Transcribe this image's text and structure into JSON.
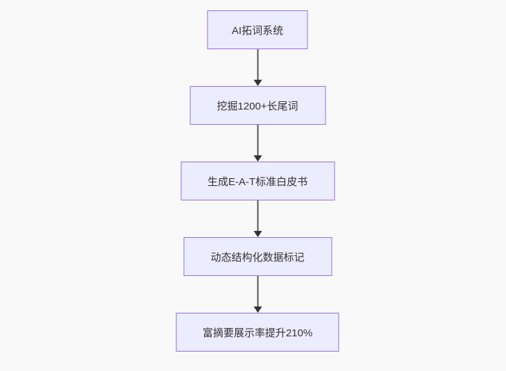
{
  "diagram": {
    "type": "flowchart",
    "direction": "top-down",
    "nodes": [
      {
        "id": "A",
        "label": "AI拓词系统"
      },
      {
        "id": "B",
        "label": "挖掘1200+长尾词"
      },
      {
        "id": "C",
        "label": "生成E-A-T标准白皮书"
      },
      {
        "id": "D",
        "label": "动态结构化数据标记"
      },
      {
        "id": "E",
        "label": "富摘要展示率提升210%"
      }
    ],
    "edges": [
      {
        "from": "AI拓词系统",
        "to": "挖掘1200+长尾词",
        "arrow": "down"
      },
      {
        "from": "挖掘1200+长尾词",
        "to": "生成E-A-T标准白皮书",
        "arrow": "down"
      },
      {
        "from": "生成E-A-T标准白皮书",
        "to": "动态结构化数据标记",
        "arrow": "down"
      },
      {
        "from": "动态结构化数据标记",
        "to": "富摘要展示率提升210%",
        "arrow": "down"
      }
    ],
    "colors": {
      "node_fill": "#ECECFF",
      "node_border": "#9370DB",
      "edge_line": "#555555",
      "arrowhead": "#333333",
      "text": "#333333",
      "background": "#f9f9f9"
    }
  }
}
